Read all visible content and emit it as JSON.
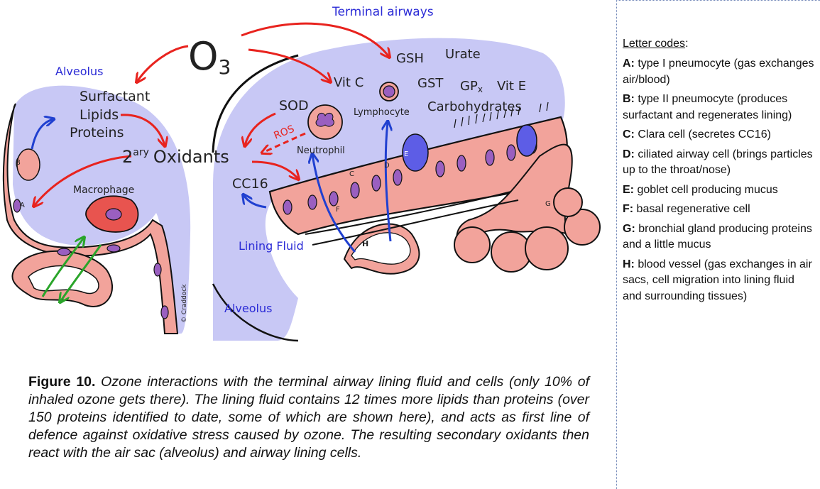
{
  "labels": {
    "o3": "O",
    "o3_sub": "3",
    "terminal_airways": "Terminal airways",
    "alveolus_top": "Alveolus",
    "alveolus_bottom": "Alveolus",
    "lining_fluid": "Lining Fluid",
    "surfactant": "Surfactant",
    "lipids": "Lipids",
    "proteins": "Proteins",
    "oxidants_prefix": "2",
    "oxidants_sup": "ary",
    "oxidants": "Oxidants",
    "macrophage": "Macrophage",
    "sod": "SOD",
    "ros": "ROS",
    "neutrophil": "Neutrophil",
    "lymphocyte": "Lymphocyte",
    "cc16": "CC16",
    "vitc": "Vit C",
    "gsh": "GSH",
    "urate": "Urate",
    "gst": "GST",
    "gpx": "GP",
    "gpx_sub": "x",
    "vite": "Vit E",
    "carbohydrates": "Carbohydrates",
    "copyright": "© Craddock",
    "cell_a": "A",
    "cell_b": "B",
    "cell_c": "C",
    "cell_d": "D",
    "cell_e": "E",
    "cell_f": "F",
    "cell_g": "G",
    "cell_h": "H"
  },
  "caption": {
    "figure": "Figure 10.",
    "text": " Ozone interactions with the terminal airway lining fluid and cells (only 10% of inhaled ozone gets there). The lining fluid contains 12 times more lipids than proteins (over 150 proteins identified to date, some of which are shown here), and acts as first line of defence against oxidative stress caused by ozone. The resulting secondary oxidants then react with the air sac (alveolus) and airway lining cells."
  },
  "legend": {
    "title": "Letter codes",
    "title_suffix": ":",
    "items": [
      {
        "code": "A:",
        "text": " type I pneumocyte (gas exchanges air/blood)"
      },
      {
        "code": "B:",
        "text": " type II pneumocyte (produces surfactant and regenerates lining)"
      },
      {
        "code": "C:",
        "text": " Clara cell (secretes CC16)"
      },
      {
        "code": "D:",
        "text": " ciliated airway cell (brings particles up to the throat/nose)"
      },
      {
        "code": "E:",
        "text": " goblet cell producing mucus"
      },
      {
        "code": "F:",
        "text": " basal regenerative cell"
      },
      {
        "code": "G:",
        "text": " bronchial gland producing proteins and a little mucus"
      },
      {
        "code": "H:",
        "text": " blood vessel (gas exchanges in air sacs, cell migration into lining fluid and surrounding tissues)"
      }
    ]
  },
  "colors": {
    "fluid": "#c8c8f5",
    "tissue": "#f2a39b",
    "nucleus": "#9a5fc0",
    "red_arrow": "#e8231e",
    "blue_arrow": "#2040d0",
    "green_arrow": "#2aa52a"
  }
}
